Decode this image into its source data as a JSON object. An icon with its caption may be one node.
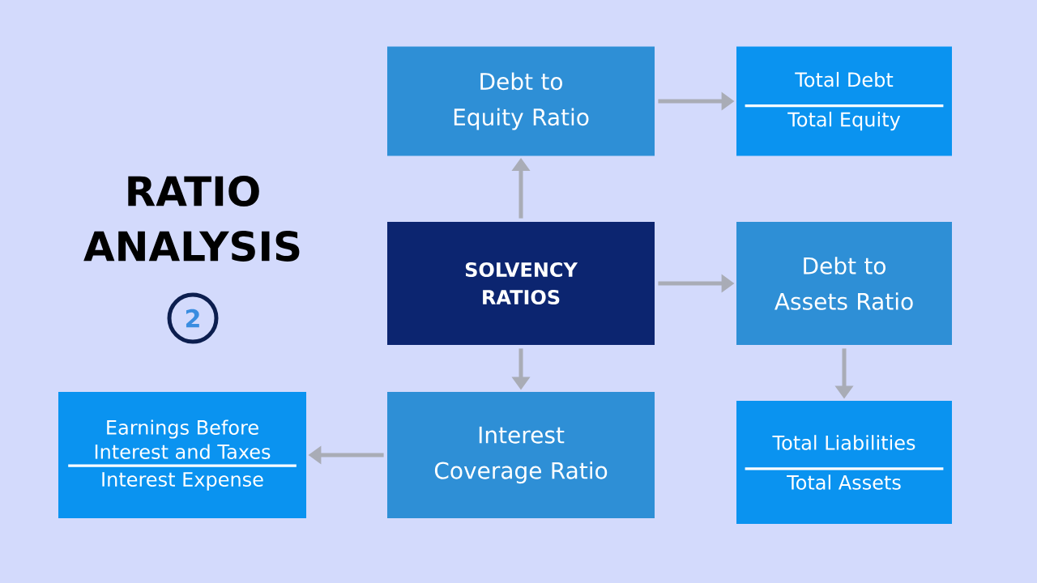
{
  "diagram": {
    "title": "RATIO ANALYSIS",
    "nodes": [
      {
        "text": [
          "SOLVENCY RATIOS"
        ]
      },
      {
        "text": [
          "Debt to Equity Ratio"
        ]
      },
      {
        "text": [
          "Total Debt",
          "Total Equity"
        ]
      },
      {
        "text": [
          "Debt to Assets Ratio"
        ]
      },
      {
        "text": [
          "Total Liabilities",
          "Total Assets"
        ]
      },
      {
        "text": [
          "Interest Coverage Ratio"
        ]
      },
      {
        "text": [
          "Earnings Before Interest and Taxes",
          "Interest Expense"
        ]
      },
      {
        "text": [
          "2"
        ]
      }
    ],
    "edges": [
      {
        "from": 0,
        "to": 1,
        "arrow": "to"
      },
      {
        "from": 1,
        "to": 2,
        "arrow": "to"
      },
      {
        "from": 0,
        "to": 3,
        "arrow": "to"
      },
      {
        "from": 3,
        "to": 4,
        "arrow": "to"
      },
      {
        "from": 0,
        "to": 5,
        "arrow": "to"
      },
      {
        "from": 5,
        "to": 6,
        "arrow": "to"
      }
    ]
  }
}
